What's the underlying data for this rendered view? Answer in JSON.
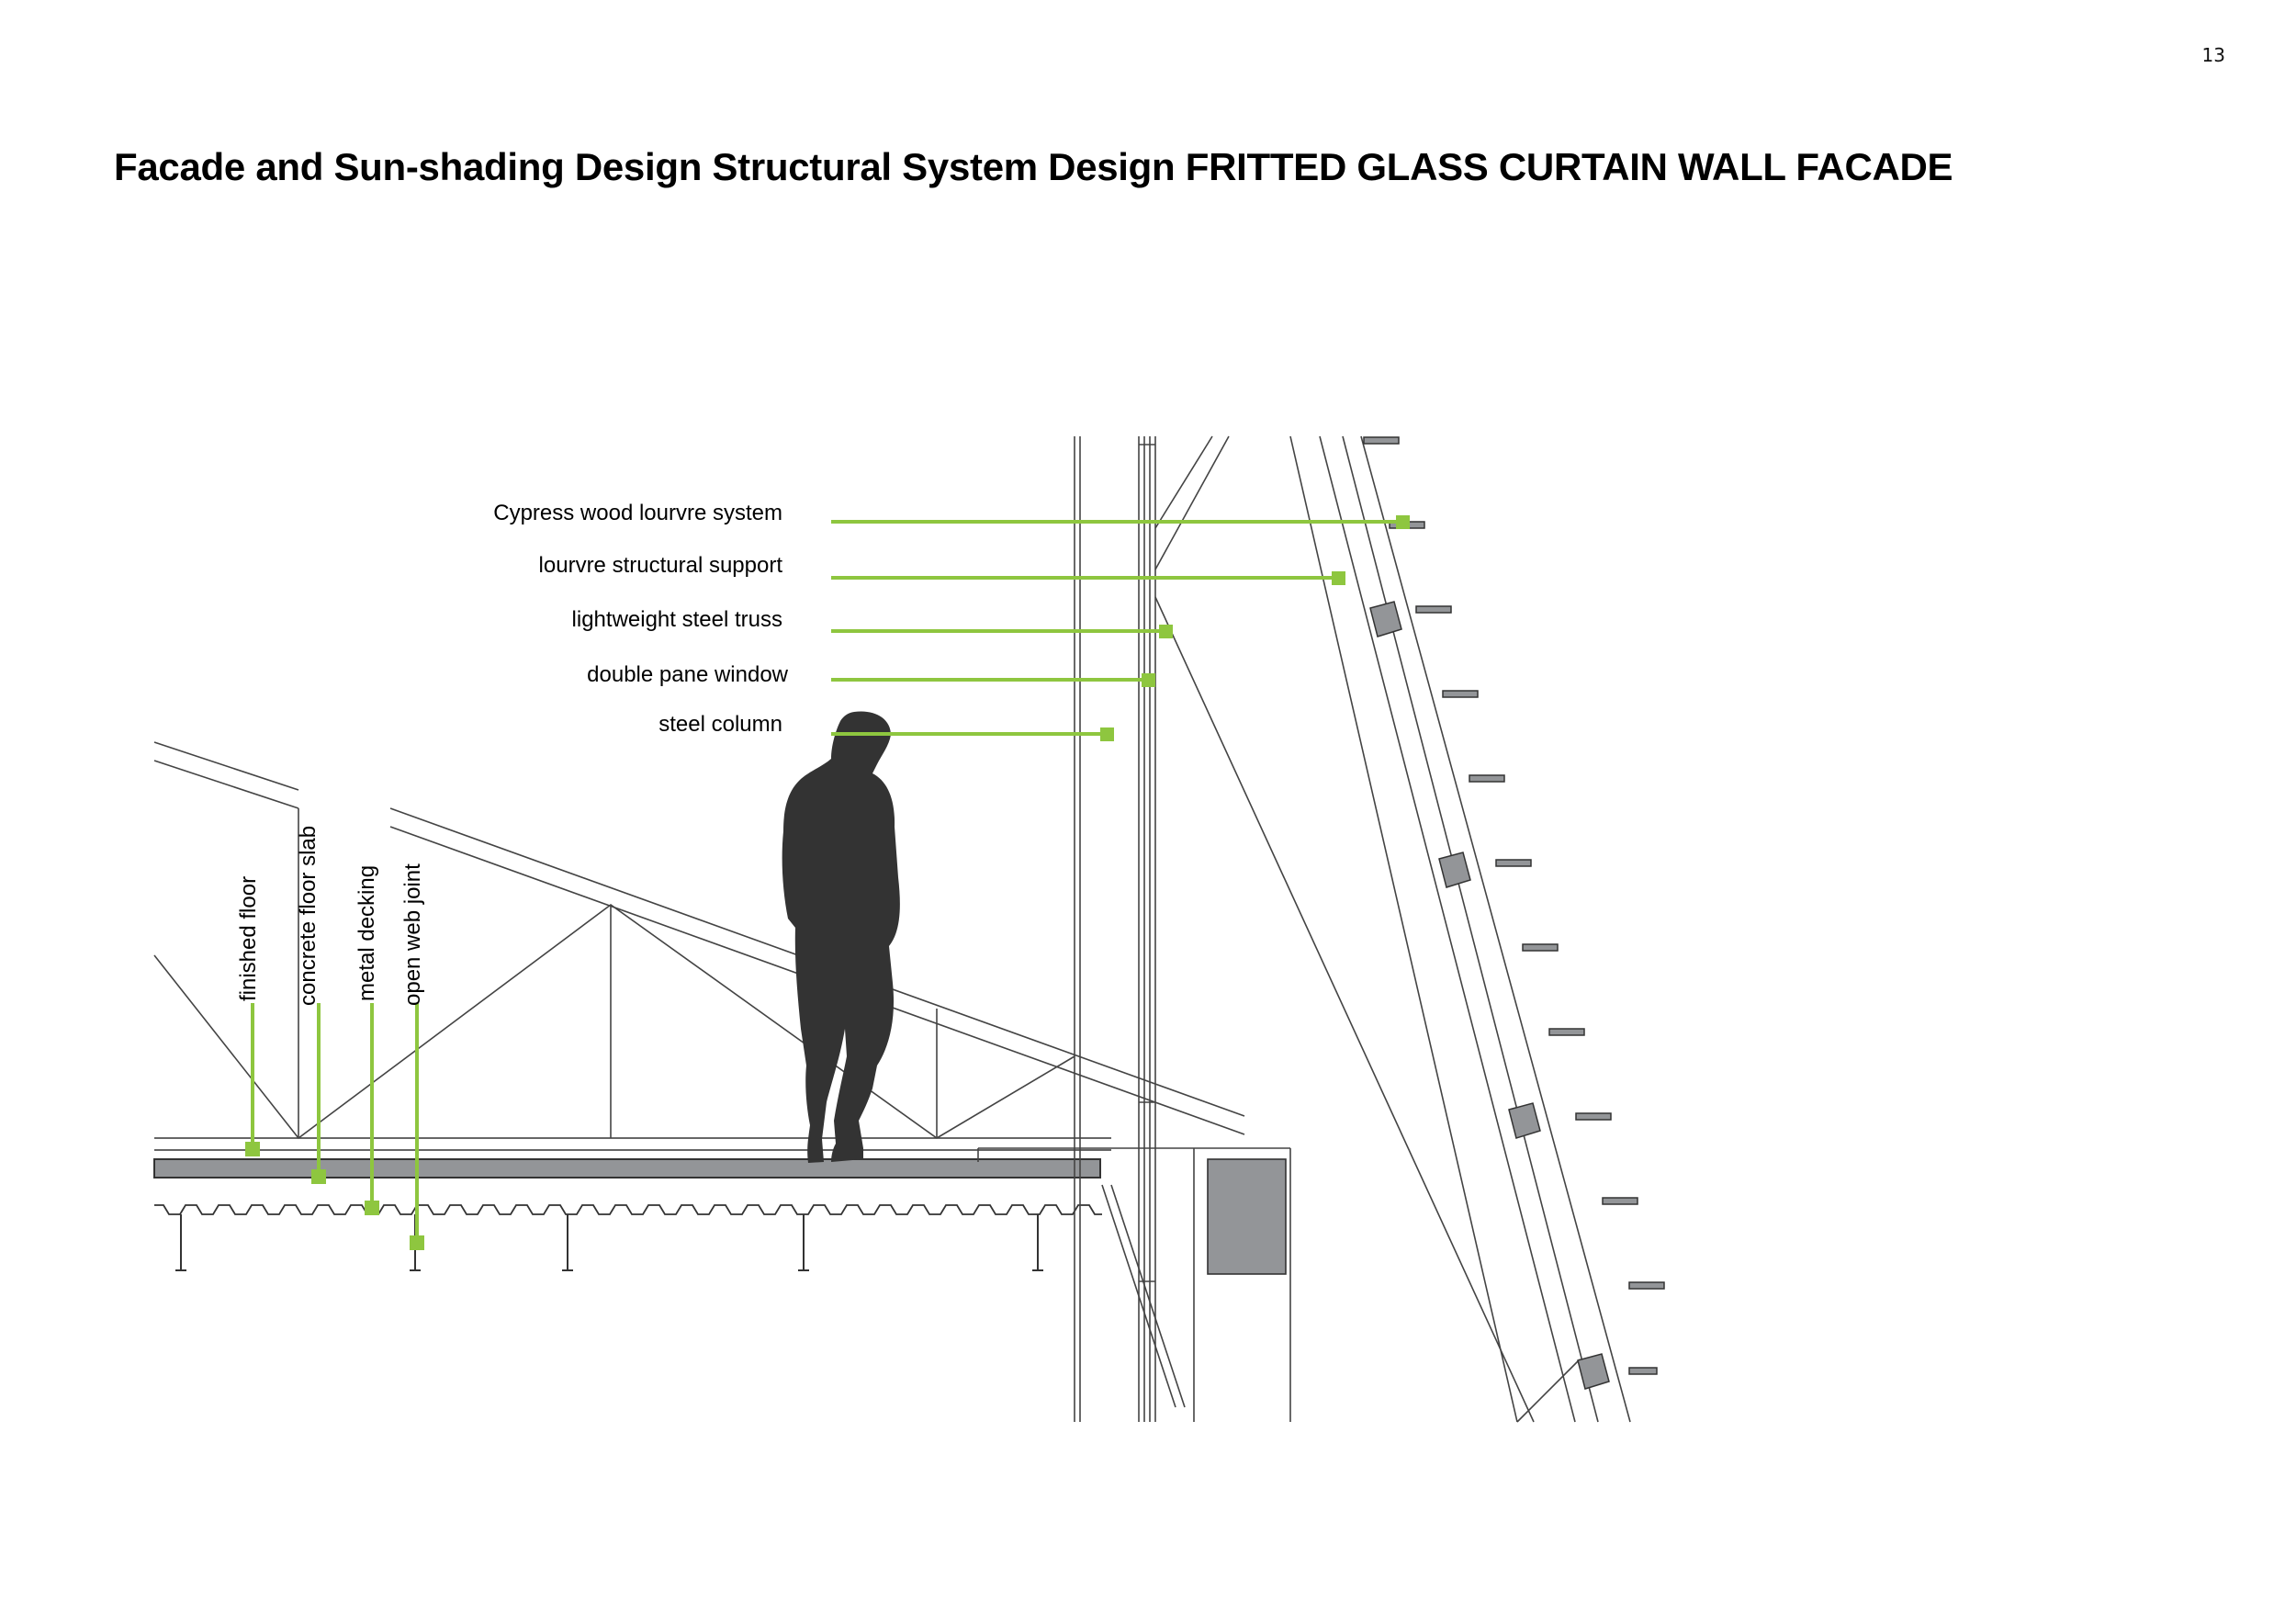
{
  "page_number": "13",
  "title": "Facade and Sun-shading Design Structural System Design FRITTED GLASS CURTAIN WALL FACADE",
  "colors": {
    "leader": "#8ec63f",
    "person": "#333333",
    "panel": "#939598",
    "line": "#333333"
  },
  "callouts_right": [
    "Cypress wood lourvre system",
    "lourvre structural support",
    "lightweight steel truss",
    "double pane window",
    "steel column"
  ],
  "callouts_floor": [
    "finished floor",
    "concrete floor slab",
    "metal decking",
    "open web joint"
  ]
}
